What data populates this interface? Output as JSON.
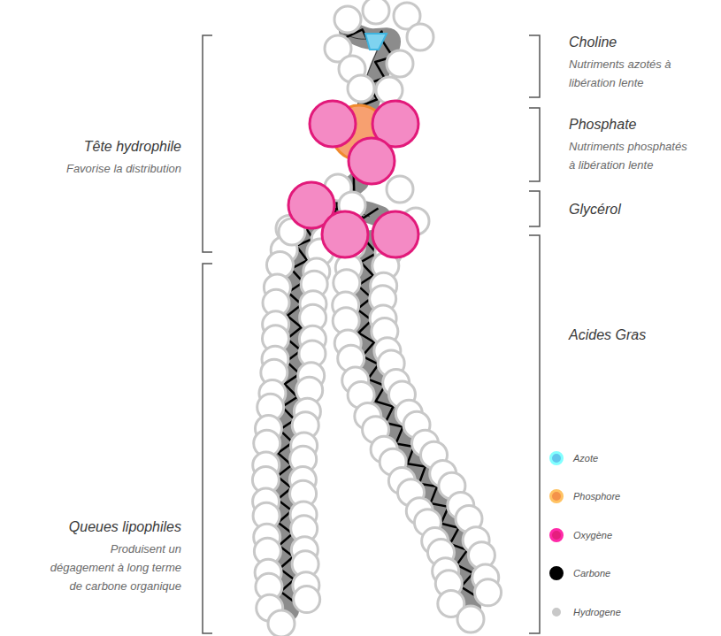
{
  "diagram": {
    "labels": [
      "Tête hydrophile",
      "Favorise la distribution",
      "Queues lipophiles",
      "Produisent un dégagement à long terme de carbone organique",
      "Choline",
      "Nutriments azotés à libération lente",
      "Phosphate",
      "Nutriments phosphatés à libération lente",
      "Glycérol",
      "Acides Gras"
    ],
    "legend": [
      {
        "text": "Azote",
        "color": "#62c6ec"
      },
      {
        "text": "Phosphore",
        "color": "#f4924a"
      },
      {
        "text": "Oxygène",
        "color": "#e51f7e"
      },
      {
        "text": "Carbone",
        "color": "#000000"
      },
      {
        "text": "Hydrogene",
        "color": "#c8c8c8"
      }
    ]
  }
}
